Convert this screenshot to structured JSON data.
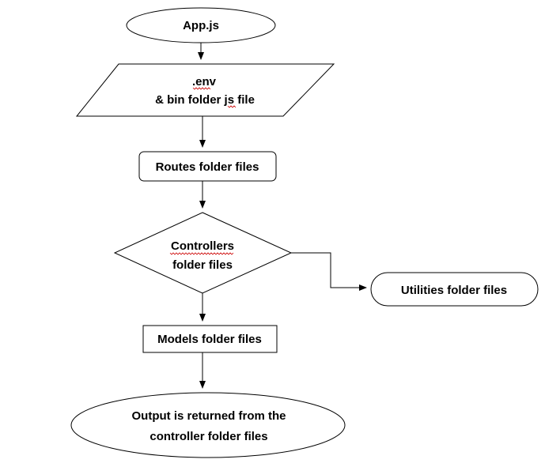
{
  "flowchart": {
    "app_js": "App.js",
    "env_line1": ".env",
    "env_line2": "& bin folder js file",
    "routes": "Routes folder files",
    "controllers_line1": "Controllers",
    "controllers_line2": "folder files",
    "utilities": "Utilities folder files",
    "models": "Models folder files",
    "output_line1": "Output is returned from the",
    "output_line2": "controller folder files"
  }
}
